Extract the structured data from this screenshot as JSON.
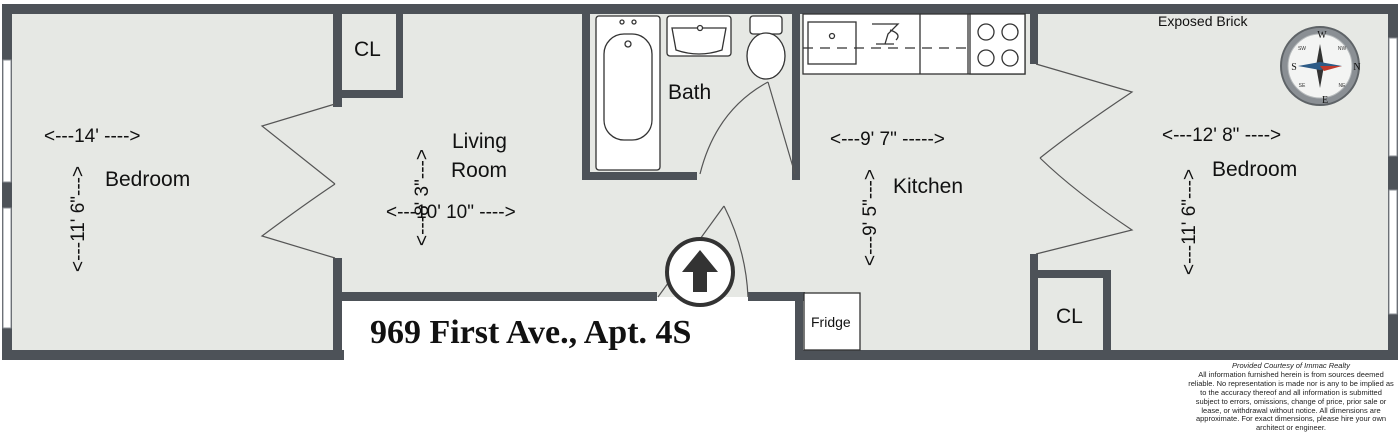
{
  "title": "969 First Ave., Apt. 4S",
  "rooms": {
    "bedroom_left": {
      "label": "Bedroom",
      "width": "<---14' ---->",
      "length": "<---11' 6\"--->"
    },
    "closet_left": {
      "label": "CL"
    },
    "living_room": {
      "label_line1": "Living",
      "label_line2": "Room",
      "width": "<---10' 10\" ---->",
      "length": "<---8' 3\"--->"
    },
    "bath": {
      "label": "Bath"
    },
    "kitchen": {
      "label": "Kitchen",
      "width": "<---9' 7\" ----->",
      "length": "<---9' 5\"--->"
    },
    "bedroom_right": {
      "label": "Bedroom",
      "width": "<---12' 8\" ---->",
      "length": "<---11' 6\"--->"
    },
    "closet_right": {
      "label": "CL"
    },
    "fridge": {
      "label": "Fridge"
    }
  },
  "exposed_brick": "Exposed Brick",
  "compass": {
    "n": "N",
    "s": "S",
    "e": "E",
    "w": "W",
    "ne": "NE",
    "nw": "NW",
    "se": "SE",
    "sw": "SW"
  },
  "disclaimer": {
    "courtesy": "Provided Courtesy of Immac Realty",
    "body": "All information furnished herein is from sources deemed reliable. No representation is made nor is any to be implied as to the accuracy thereof and all information is submitted subject to errors, omissions, change of price, prior sale or lease, or withdrawal without notice. All dimensions are approximate. For exact dimensions, please hire your own architect or engineer."
  },
  "colors": {
    "wall": "#4d5258",
    "floor": "#e6e8e4",
    "background": "#ffffff"
  }
}
